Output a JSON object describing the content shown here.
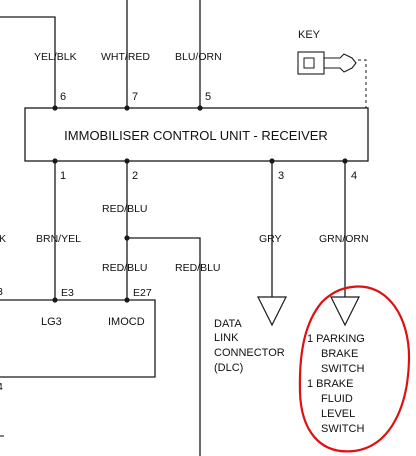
{
  "unit": {
    "title": "IMMOBILISER CONTROL UNIT - RECEIVER",
    "top_pins": [
      "6",
      "7",
      "5"
    ],
    "bottom_pins": [
      "1",
      "2",
      "3",
      "4"
    ]
  },
  "top_wires": [
    "YEL/BLK",
    "WHT/RED",
    "BLU/ORN"
  ],
  "key_label": "KEY",
  "left_edge_text": [
    "K",
    "3",
    "4"
  ],
  "bottom_wires": {
    "pin1": "BRN/YEL",
    "pin2_upper": "RED/BLU",
    "pin2_lower": "RED/BLU",
    "branch": "RED/BLU",
    "pin3": "GRY",
    "pin4": "GRN/ORN"
  },
  "connectors": {
    "e3": "E3",
    "e27": "E27"
  },
  "box_labels": {
    "lg3": "LG3",
    "imocd": "IMOCD"
  },
  "dlc_label": [
    "DATA",
    "LINK",
    "CONNECTOR",
    "(DLC)"
  ],
  "switch_label": [
    "1 PARKING",
    "BRAKE",
    "SWITCH",
    "1 BRAKE",
    "FLUID",
    "LEVEL",
    "SWITCH"
  ],
  "annotation_color": "#e01010"
}
